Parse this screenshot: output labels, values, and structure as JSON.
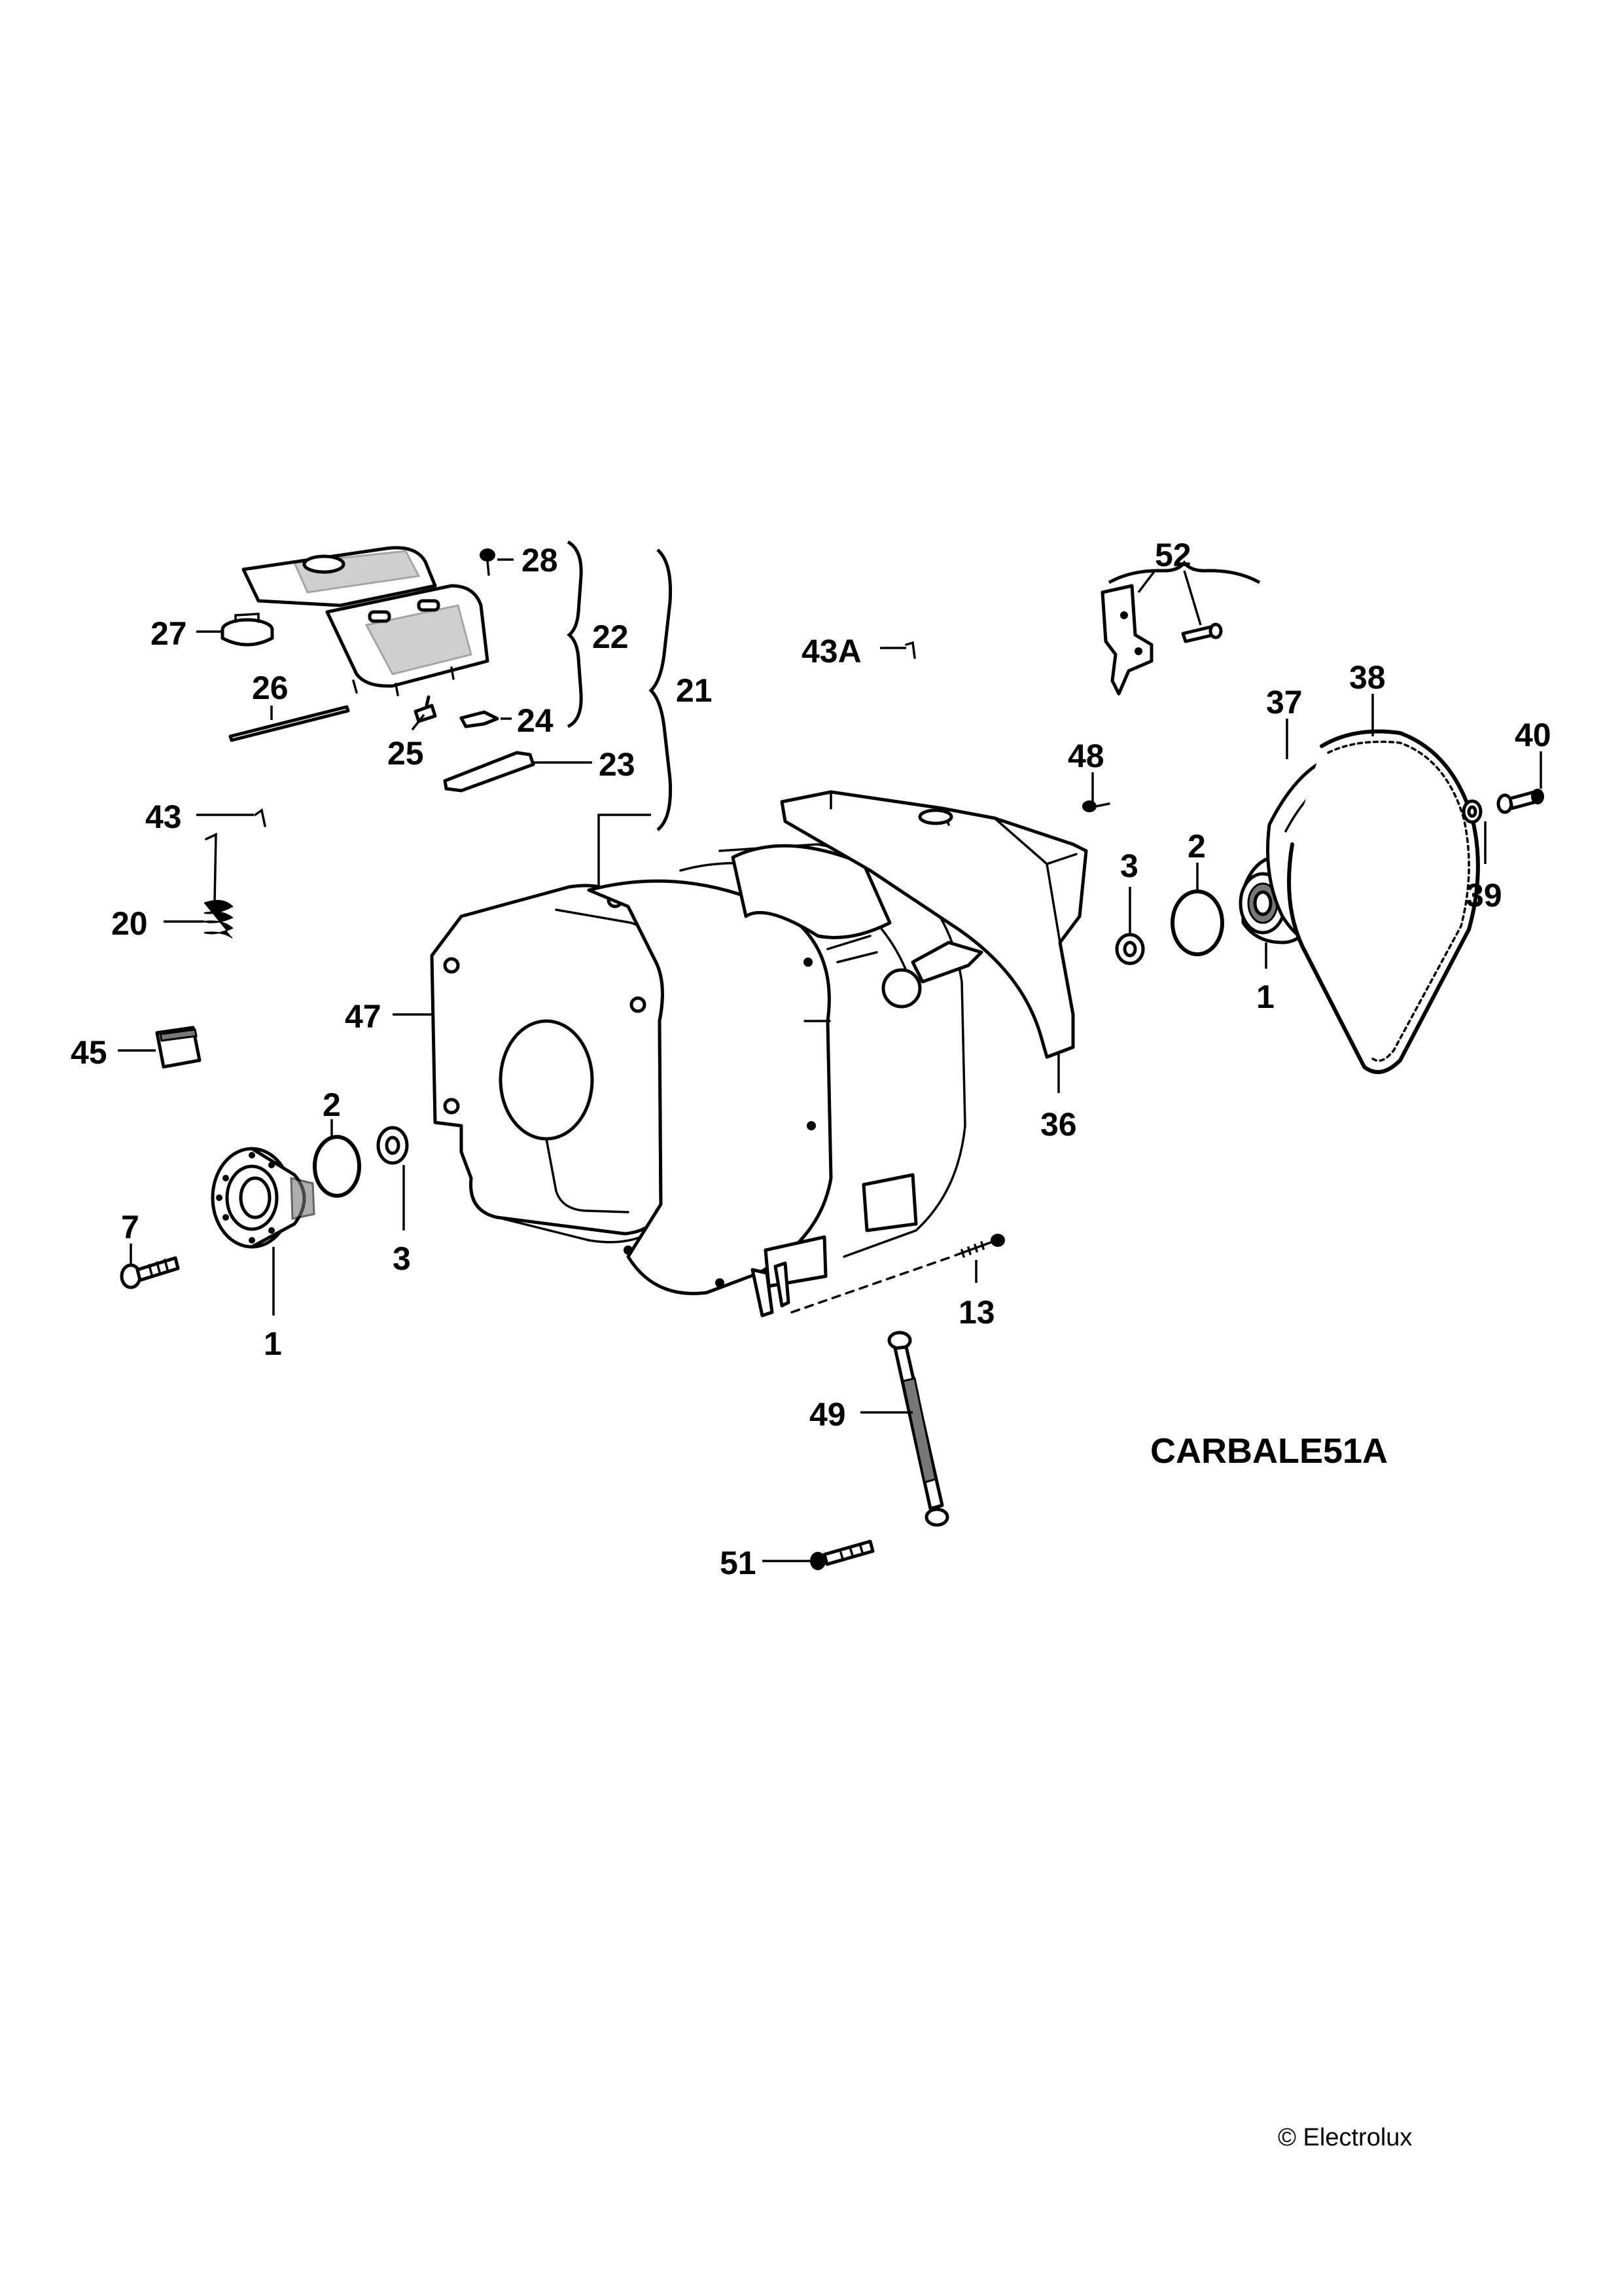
{
  "diagram_code": "CARBALE51A",
  "copyright": "© Electrolux",
  "labels": {
    "l1a": "1",
    "l1b": "1",
    "l2a": "2",
    "l2b": "2",
    "l3a": "3",
    "l3b": "3",
    "l7": "7",
    "l13": "13",
    "l20": "20",
    "l21": "21",
    "l22": "22",
    "l23": "23",
    "l24": "24",
    "l25": "25",
    "l26": "26",
    "l27": "27",
    "l28": "28",
    "l36": "36",
    "l37": "37",
    "l38": "38",
    "l39": "39",
    "l40": "40",
    "l43": "43",
    "l43a": "43A",
    "l45": "45",
    "l47": "47",
    "l48": "48",
    "l49": "49",
    "l51": "51",
    "l52": "52"
  }
}
